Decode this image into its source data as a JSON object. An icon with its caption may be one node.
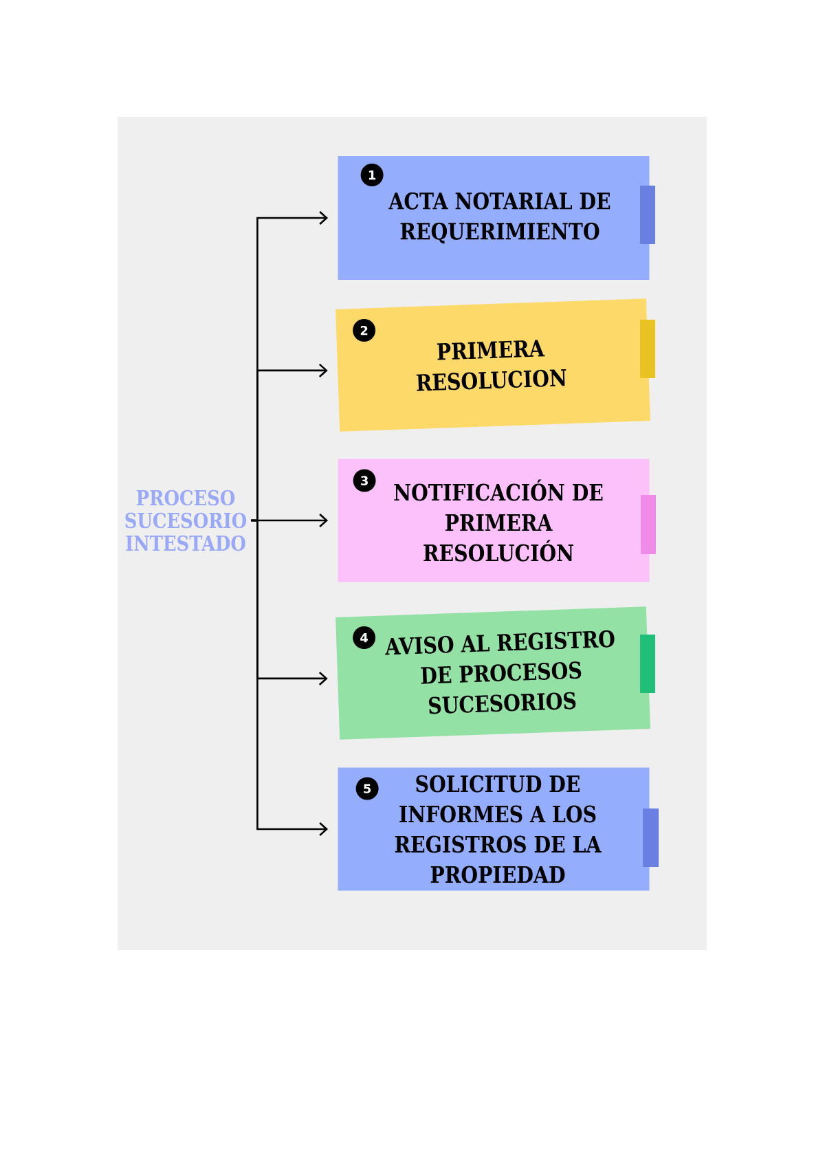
{
  "diagram": {
    "nodes": [
      {
        "text": [
          "PROCESO SUCESORIO INTESTADO"
        ]
      },
      {
        "text": [
          "ACTA NOTARIAL DE REQUERIMIENTO"
        ]
      },
      {
        "text": [
          "1"
        ],
        "in": 1
      },
      {
        "text": [
          "PRIMERA RESOLUCION"
        ]
      },
      {
        "text": [
          "2"
        ],
        "in": 3
      },
      {
        "text": [
          "NOTIFICACIÓN DE PRIMERA RESOLUCIÓN"
        ]
      },
      {
        "text": [
          "3"
        ],
        "in": 5
      },
      {
        "text": [
          "AVISO AL REGISTRO DE PROCESOS SUCESORIOS"
        ]
      },
      {
        "text": [
          "4"
        ],
        "in": 7
      },
      {
        "text": [
          "SOLICITUD DE INFORMES A LOS REGISTROS DE LA PROPIEDAD"
        ]
      },
      {
        "text": [
          "5"
        ],
        "in": 9
      }
    ],
    "edges": [
      {
        "from": 0,
        "to": 1,
        "arrow": "to"
      },
      {
        "from": 0,
        "to": 3,
        "arrow": "to"
      },
      {
        "from": 0,
        "to": 5,
        "arrow": "to"
      },
      {
        "from": 0,
        "to": 7,
        "arrow": "to"
      },
      {
        "from": 0,
        "to": 9,
        "arrow": "to"
      }
    ]
  }
}
